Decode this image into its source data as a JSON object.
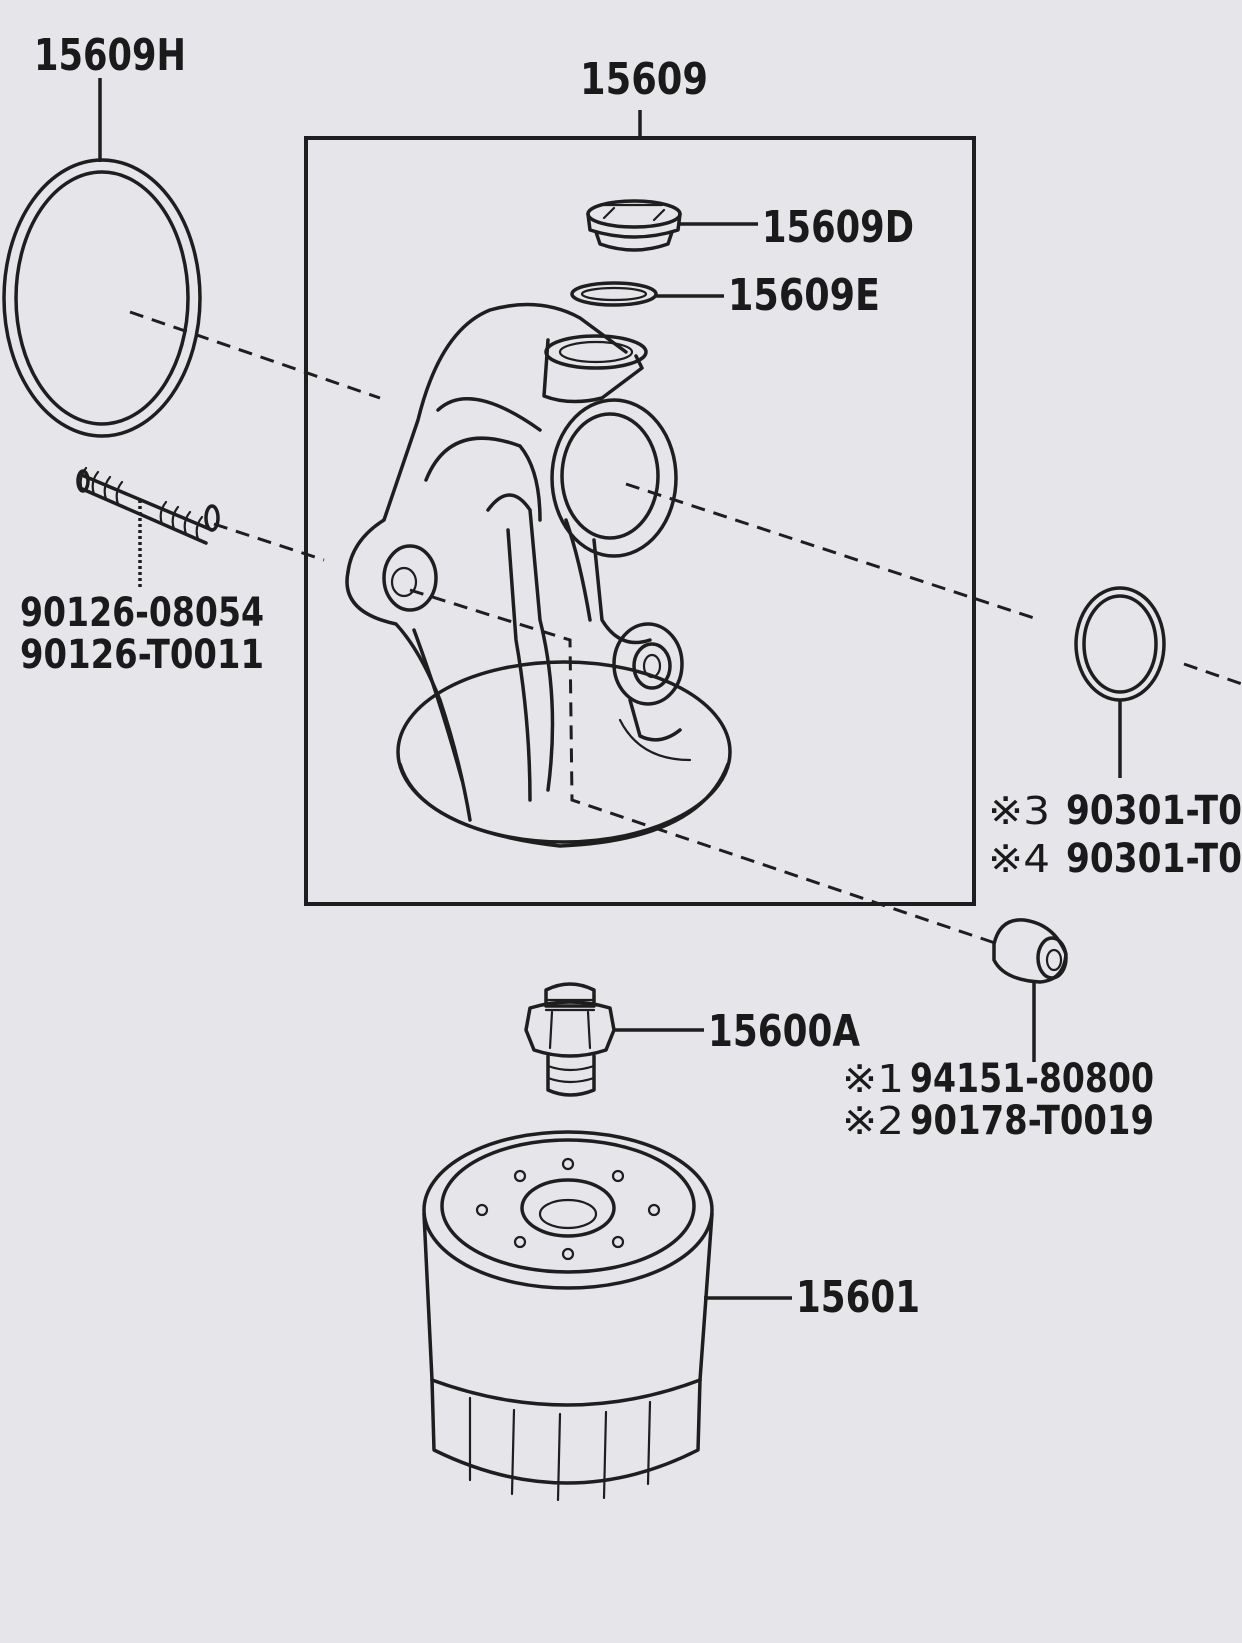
{
  "labels": {
    "gasket_ring": "15609H",
    "bracket_assembly": "15609",
    "drain_plug": "15609D",
    "plug_gasket": "15609E",
    "stud_bolt_1": "90126-08054",
    "stud_bolt_2": "90126-T0011",
    "o_ring_1_mark": "※3",
    "o_ring_1": "90301-T0",
    "o_ring_2_mark": "※4",
    "o_ring_2": "90301-T0",
    "union": "15600A",
    "nut_1_mark": "※1",
    "nut_1": "94151-80800",
    "nut_2_mark": "※2",
    "nut_2": "90178-T0019",
    "oil_filter": "15601"
  },
  "colors": {
    "background": "#e6e5ea",
    "line": "#1e1e1e"
  }
}
